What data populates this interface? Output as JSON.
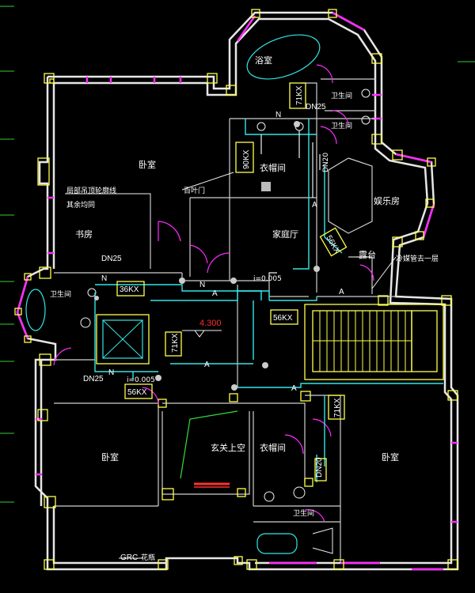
{
  "colors": {
    "background": "#000000",
    "walls": "#e6e6e6",
    "windows": "#ff2bff",
    "columns": "#ffff4d",
    "pipes": "#33e6e6",
    "level_mark": "#ff3030"
  },
  "rooms": {
    "bathroom_top": "浴室",
    "toilet_1": "卫生间",
    "toilet_2": "卫生间",
    "bedroom_nw": "卧室",
    "cloakroom_top": "衣帽间",
    "louver_door": "百叶门",
    "family_hall": "家庭厅",
    "entertainment": "娱乐房",
    "study": "书房",
    "terrace": "露台",
    "toilet_west": "卫生间",
    "bedroom_sw": "卧室",
    "foyer_void": "玄关上空",
    "cloakroom_bottom": "衣帽间",
    "bedroom_se": "卧室",
    "toilet_south": "卫生间",
    "grc": "GRC",
    "garden": "花瓶"
  },
  "notes": {
    "ceiling_line_1": "局部吊顶轮廓线",
    "ceiling_line_2": "其余均同",
    "cold_pipe": "冷媒管去一层"
  },
  "equipment": {
    "unit_71kx_top": "71KX",
    "unit_90kx": "90KX",
    "unit_36kx": "36KX",
    "unit_56kx_right": "56KX",
    "unit_56kx_diag": "56KX",
    "unit_71kx_mid": "71KX",
    "unit_56kx_bottom": "56KX",
    "unit_71kx_right": "71KX"
  },
  "pipes": {
    "dn25_top": "DN25",
    "dn25_left": "DN25",
    "dn25_bottom": "DN25",
    "dn20": "DN20",
    "vertical_pipe": "DN20",
    "slope_1": "i=0.005",
    "slope_2": "i=0.005"
  },
  "flow_labels": {
    "n": "N",
    "a": "A"
  },
  "level": "4.300"
}
